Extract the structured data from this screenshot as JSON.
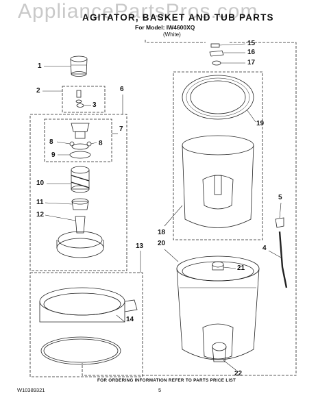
{
  "watermark": "AppliancePartsPros.com",
  "header": {
    "title": "AGITATOR, BASKET AND TUB PARTS",
    "model_line": "For Model: IW4600XQ",
    "color_line": "(White)"
  },
  "callouts": [
    "1",
    "2",
    "3",
    "4",
    "5",
    "6",
    "7",
    "8",
    "8",
    "9",
    "10",
    "11",
    "12",
    "13",
    "14",
    "15",
    "16",
    "17",
    "18",
    "19",
    "20",
    "21",
    "22"
  ],
  "footer": {
    "ordering_info": "FOR ORDERING INFORMATION REFER TO PARTS PRICE LIST",
    "document_number": "W10389321",
    "page_number": "5"
  }
}
